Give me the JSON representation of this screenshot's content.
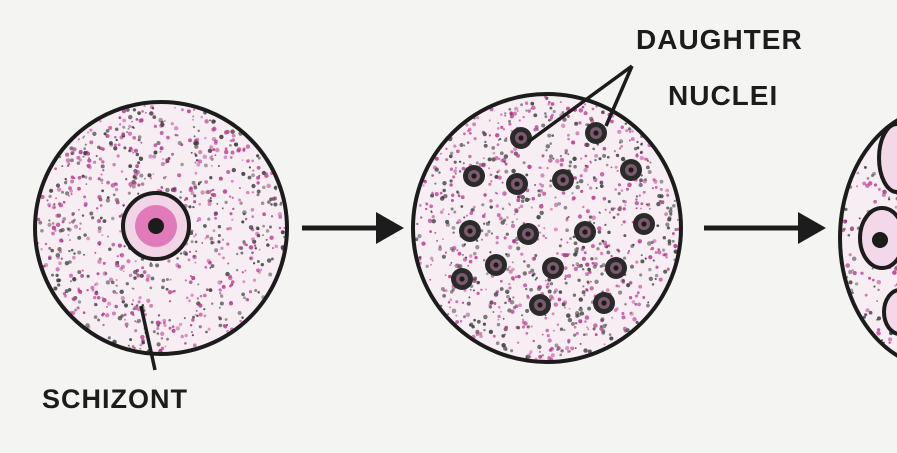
{
  "labels": {
    "schizont": "SCHIZONT",
    "daughter_line1": "DAUGHTER",
    "daughter_line2": "NUCLEI"
  },
  "colors": {
    "background": "#f4f4f2",
    "outline": "#1c1c1c",
    "stipple": "#b83a8a",
    "nucleus_fill": "#e07ab8"
  },
  "stages": [
    {
      "stage": "schizont",
      "nuclei": 1
    },
    {
      "stage": "daughter-nuclei",
      "nuclei": 16
    },
    {
      "stage": "merozoites",
      "partial": true
    }
  ]
}
